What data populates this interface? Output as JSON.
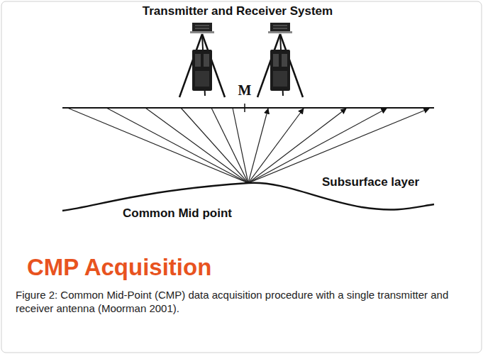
{
  "diagram": {
    "title": "CMP Acquisition",
    "caption": "Figure 2: Common Mid-Point (CMP) data acquisition procedure with a single transmitter and receiver antenna (Moorman 2001).",
    "labels": [
      "Transmitter and Receiver System",
      "M",
      "Subsurface layer",
      "Common Mid point"
    ]
  }
}
